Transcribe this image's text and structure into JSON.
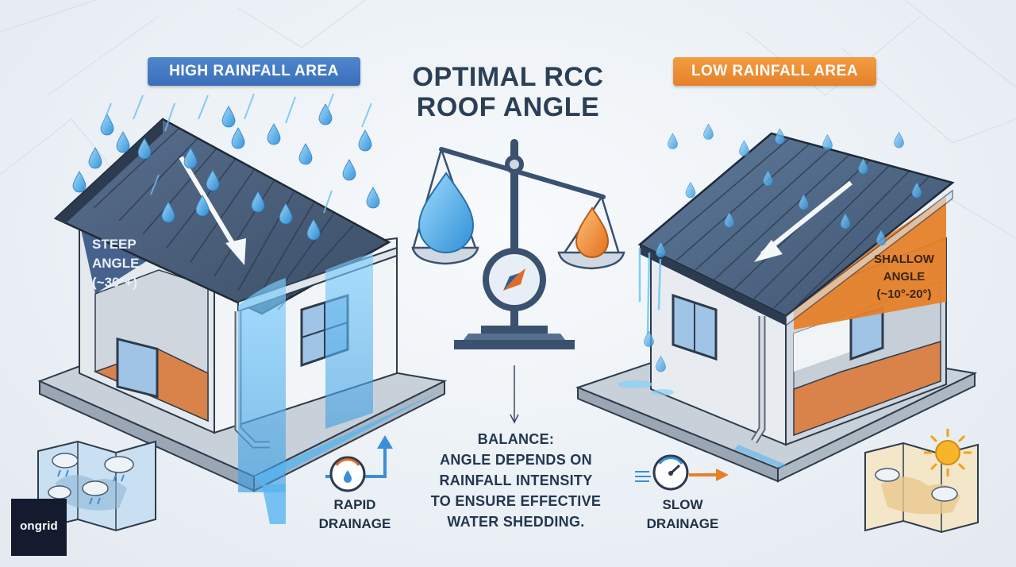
{
  "title_line1": "OPTIMAL RCC",
  "title_line2": "ROOF ANGLE",
  "high_area": "HIGH RAINFALL AREA",
  "low_area": "LOW RAINFALL AREA",
  "steep_line1": "STEEP",
  "steep_line2": "ANGLE",
  "steep_line3": "(~30°+)",
  "shallow_line1": "SHALLOW",
  "shallow_line2": "ANGLE",
  "shallow_line3": "(~10°-20°)",
  "balance_line1": "BALANCE:",
  "balance_line2": "ANGLE DEPENDS ON",
  "balance_line3": "RAINFALL INTENSITY",
  "balance_line4": "TO ENSURE EFFECTIVE",
  "balance_line5": "WATER SHEDDING.",
  "rapid_line1": "RAPID",
  "rapid_line2": "DRAINAGE",
  "slow_line1": "SLOW",
  "slow_line2": "DRAINAGE",
  "logo": "ongrid",
  "colors": {
    "blue_accent": "#3a6fb8",
    "orange_accent": "#e5812a",
    "water": "#4aa8e8",
    "roof": "#4a5f7a",
    "wall": "#e9edf1",
    "floor_orange": "#d9824a",
    "dark_text": "#2b3f57"
  }
}
